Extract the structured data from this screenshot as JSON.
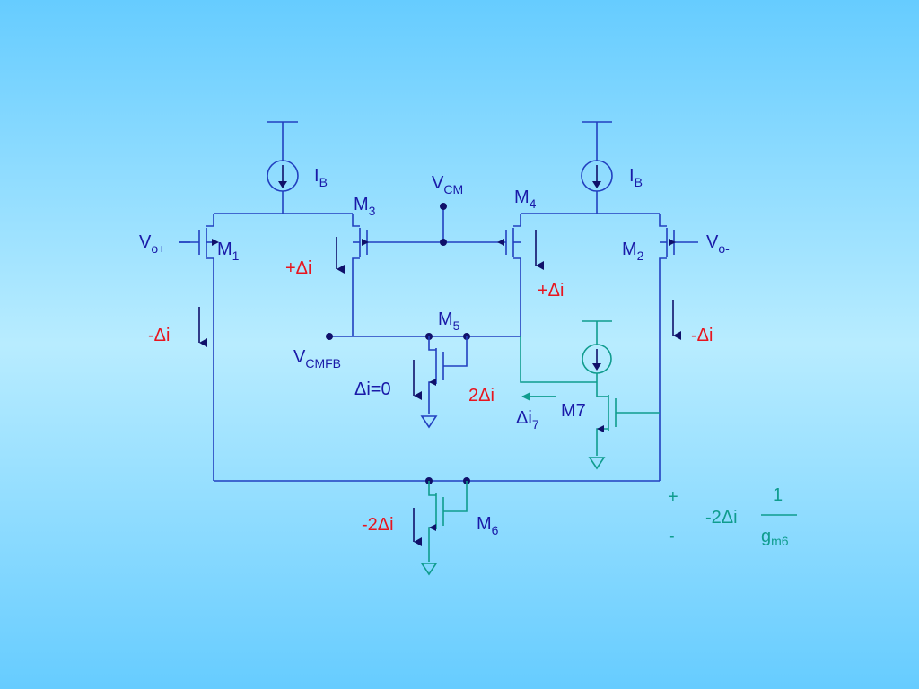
{
  "labels": {
    "ib_left": {
      "main": "I",
      "sub": "B"
    },
    "ib_right": {
      "main": "I",
      "sub": "B"
    },
    "vcm": {
      "main": "V",
      "sub": "CM"
    },
    "m3": {
      "main": "M",
      "sub": "3"
    },
    "m4": {
      "main": "M",
      "sub": "4"
    },
    "m1": {
      "main": "M",
      "sub": "1"
    },
    "m2": {
      "main": "M",
      "sub": "2"
    },
    "m5": {
      "main": "M",
      "sub": "5"
    },
    "m6": {
      "main": "M",
      "sub": "6"
    },
    "m7": {
      "main": "M7"
    },
    "vo_plus": {
      "main": "V",
      "sub": "o+"
    },
    "vo_minus": {
      "main": "V",
      "sub": "o-"
    },
    "vcmfb": {
      "main": "V",
      "sub": "CMFB"
    },
    "di_m3": "+Δi",
    "di_m4": "+Δi",
    "di_m1": "-Δi",
    "di_m2": "-Δi",
    "di_m5": "Δi=0",
    "di_2": "2Δi",
    "di_7": {
      "main": "Δi",
      "sub": "7"
    },
    "di_m6": "-2Δi",
    "formula": {
      "plus": "+",
      "minus": "-",
      "coef": "-2Δi",
      "num": "1",
      "den_main": "g",
      "den_sub": "m6"
    }
  },
  "colors": {
    "label": "#1a1aa8",
    "current": "#e8141e",
    "feedback": "#0f9c8e",
    "wire": "#2240c0"
  }
}
